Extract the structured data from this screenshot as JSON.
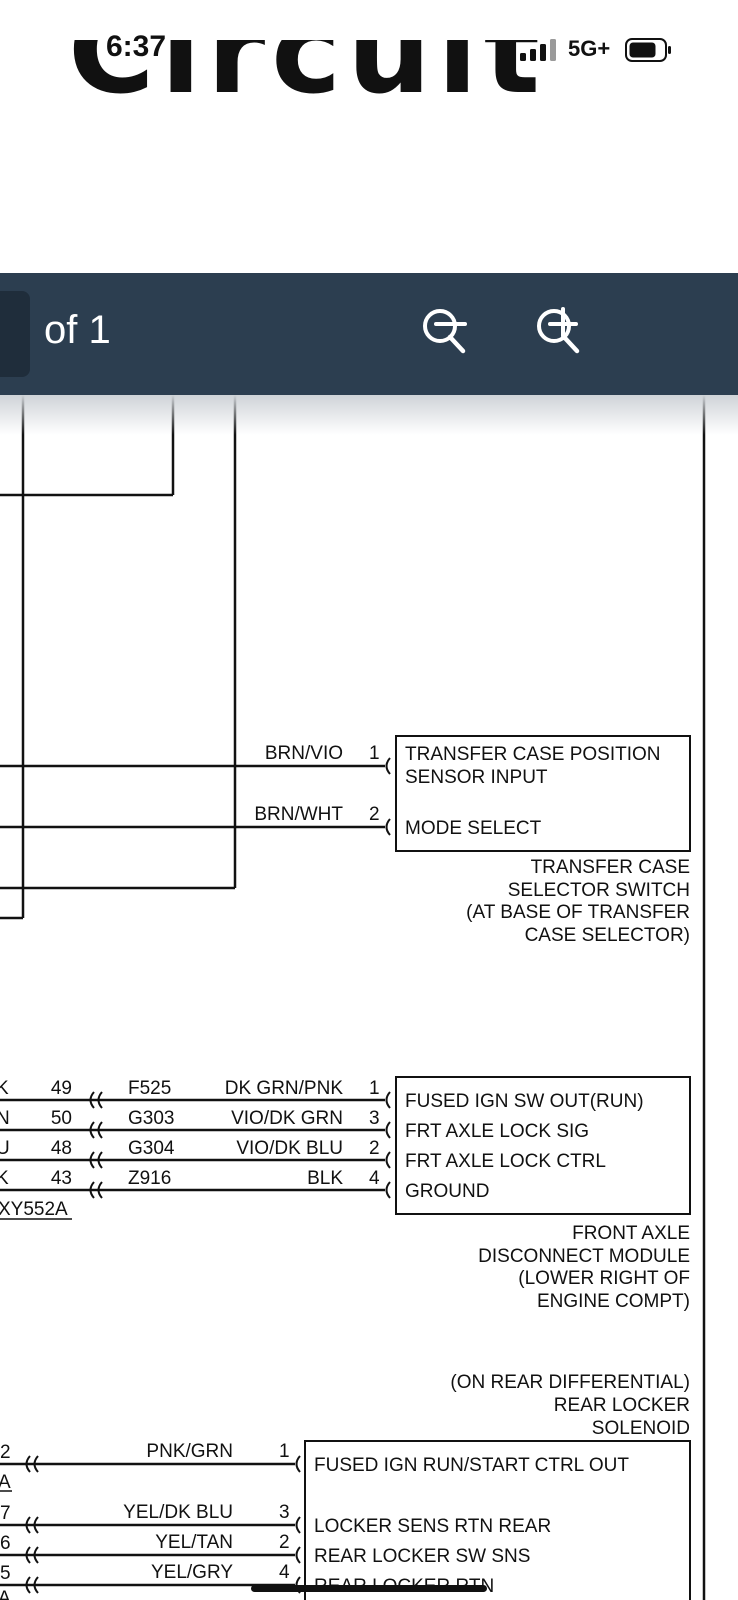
{
  "status": {
    "time": "6:37",
    "network": "5G+"
  },
  "document": {
    "title_fragment": "Circuit"
  },
  "viewer": {
    "page_of": "of 1"
  },
  "icons": {
    "signal": "signal-icon",
    "battery": "battery-icon",
    "zoom_out": "zoom-out-icon",
    "zoom_in": "zoom-in-icon"
  },
  "colors": {
    "toolbar": "#2c3e50",
    "wire": "#111111"
  },
  "diagram": {
    "transfer_case": {
      "wires": [
        {
          "color": "BRN/VIO",
          "pin": "1",
          "function": "TRANSFER CASE POSITION"
        },
        {
          "color": "BRN/WHT",
          "pin": "2",
          "function": "MODE SELECT"
        }
      ],
      "function_line2": "SENSOR INPUT",
      "caption": [
        "TRANSFER CASE",
        "SELECTOR SWITCH",
        "(AT BASE OF TRANSFER",
        "CASE SELECTOR)"
      ]
    },
    "front_axle": {
      "wires": [
        {
          "left": "K",
          "cavity": "49",
          "circuit": "F525",
          "color": "DK GRN/PNK",
          "pin": "1",
          "function": "FUSED IGN SW OUT(RUN)"
        },
        {
          "left": "N",
          "cavity": "50",
          "circuit": "G303",
          "color": "VIO/DK GRN",
          "pin": "3",
          "function": "FRT AXLE LOCK SIG"
        },
        {
          "left": "U",
          "cavity": "48",
          "circuit": "G304",
          "color": "VIO/DK BLU",
          "pin": "2",
          "function": "FRT AXLE LOCK CTRL"
        },
        {
          "left": "K",
          "cavity": "43",
          "circuit": "Z916",
          "color": "BLK",
          "pin": "4",
          "function": "GROUND"
        }
      ],
      "connector": "XY552A",
      "caption": [
        "FRONT AXLE",
        "DISCONNECT MODULE",
        "(LOWER RIGHT OF",
        "ENGINE COMPT)"
      ]
    },
    "rear_locker": {
      "caption": [
        "(ON REAR DIFFERENTIAL)",
        "REAR LOCKER",
        "SOLENOID"
      ],
      "wires": [
        {
          "cavity": "2",
          "color": "PNK/GRN",
          "pin": "1",
          "function": "FUSED IGN RUN/START CTRL OUT"
        },
        {
          "cavity": "7",
          "color": "YEL/DK BLU",
          "pin": "3",
          "function": "LOCKER SENS RTN REAR"
        },
        {
          "cavity": "6",
          "color": "YEL/TAN",
          "pin": "2",
          "function": "REAR LOCKER SW SNS"
        },
        {
          "cavity": "5",
          "color": "YEL/GRY",
          "pin": "4",
          "function": "REAR LOCKER RTN"
        }
      ],
      "connector_marks": [
        "A",
        "A"
      ]
    }
  }
}
